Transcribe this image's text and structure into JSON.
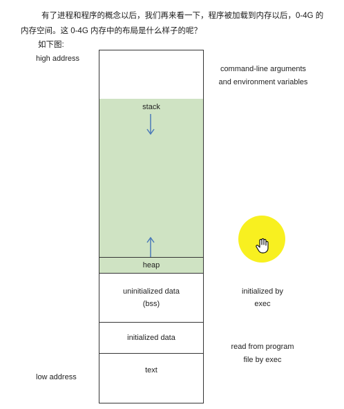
{
  "intro": {
    "line1": "有了进程和程序的概念以后，我们再来看一下，程序被加载到内存以后，0-4G 的",
    "line2": "内存空间。这 0-4G 内存中的布局是什么样子的呢？",
    "caption": "如下图:"
  },
  "labels": {
    "high_address": "high address",
    "low_address": "low address",
    "args_line1": "command-line arguments",
    "args_line2": "and environment variables",
    "init_by_line1": "initialized by",
    "init_by_line2": "exec",
    "read_line1": "read from program",
    "read_line2": "file by exec"
  },
  "segments": {
    "stack": "stack",
    "heap": "heap",
    "bss_line1": "uninitialized data",
    "bss_line2": "(bss)",
    "data": "initialized data",
    "text": "text"
  },
  "colors": {
    "stack_heap_fill": "#cfe3c3",
    "arrow": "#4a79b8",
    "cursor_highlight": "#f8ef14"
  },
  "icons": [
    "hand-cursor-icon",
    "arrow-down-icon",
    "arrow-up-icon"
  ]
}
